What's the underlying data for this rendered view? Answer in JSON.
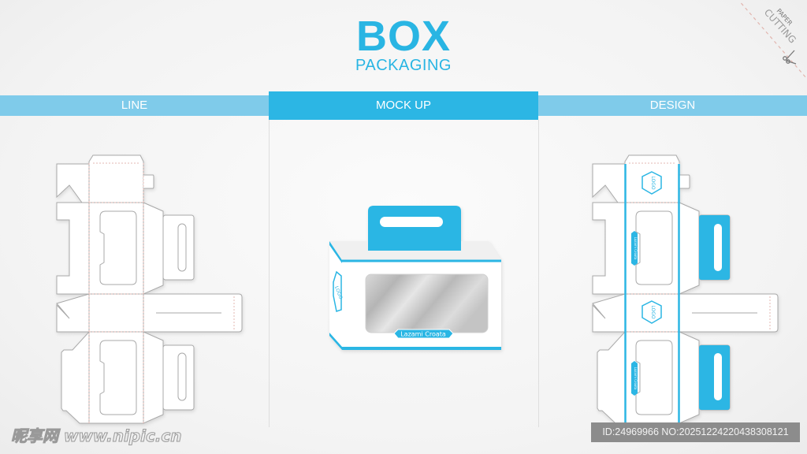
{
  "header": {
    "title": "BOX",
    "subtitle": "PACKAGING"
  },
  "sections": {
    "line": "LINE",
    "mockup": "MOCK UP",
    "design": "DESIGN"
  },
  "corner": {
    "line1": "PAPER",
    "line2": "CUTTING",
    "icon": "scissors-icon"
  },
  "mockup": {
    "brand": "Lazami Croata",
    "logo": "LOGO"
  },
  "design": {
    "logo": "LOGO",
    "brand": "Lazami Croata"
  },
  "watermark": {
    "site": "昵享网 www.nipic.cn",
    "id": "ID:24969966 NO:20251224220438308121"
  },
  "colors": {
    "accent": "#2cb6e4",
    "band": "#7fcbea",
    "dieline": "#a9a9a9",
    "fold": "#e3b7b0"
  }
}
